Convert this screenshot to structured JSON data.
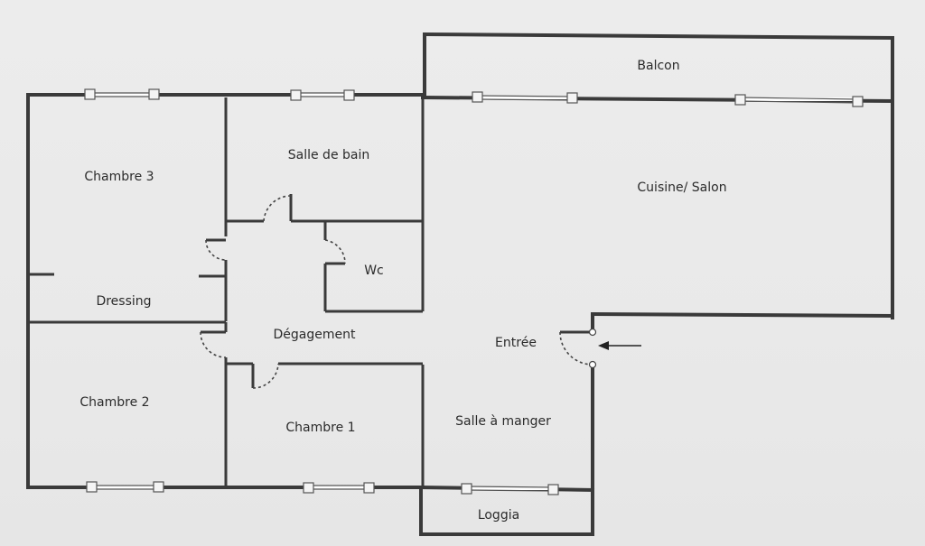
{
  "rooms": {
    "balcon": "Balcon",
    "salle_de_bain": "Salle de bain",
    "chambre_3": "Chambre 3",
    "cuisine_salon": "Cuisine/ Salon",
    "wc": "Wc",
    "dressing": "Dressing",
    "degagement": "Dégagement",
    "entree": "Entrée",
    "chambre_2": "Chambre 2",
    "chambre_1": "Chambre 1",
    "salle_a_manger": "Salle à manger",
    "loggia": "Loggia"
  }
}
